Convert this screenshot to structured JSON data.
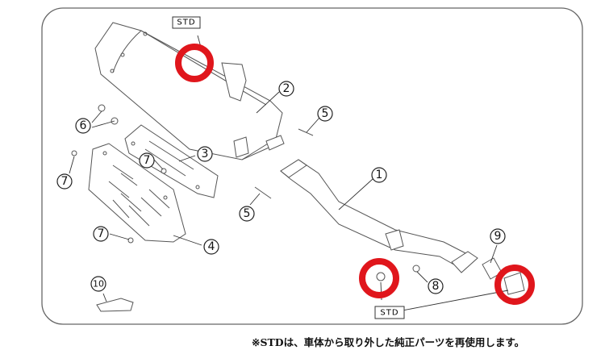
{
  "diagram": {
    "std_label_top": "STD",
    "std_label_bottom": "STD",
    "callouts": {
      "p1": "1",
      "p2": "2",
      "p3": "3",
      "p4": "4",
      "p5a": "5",
      "p5b": "5",
      "p6": "6",
      "p7a": "7",
      "p7b": "7",
      "p7c": "7",
      "p8": "8",
      "p9": "9",
      "p10": "10"
    },
    "highlight_color": "#e0161c"
  },
  "footer": {
    "note": "※STDは、車体から取り外した純正パーツを再使用します。"
  }
}
